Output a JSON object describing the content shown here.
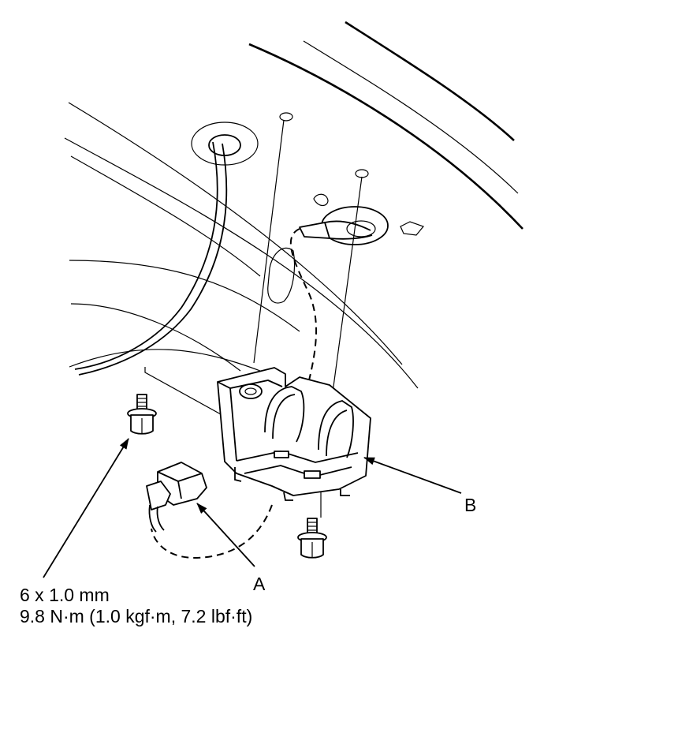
{
  "labels": {
    "connector": "A",
    "bracket": "B",
    "bolt_size": "6 x 1.0 mm",
    "bolt_torque": "9.8 N·m (1.0 kgf·m, 7.2 lbf·ft)"
  }
}
